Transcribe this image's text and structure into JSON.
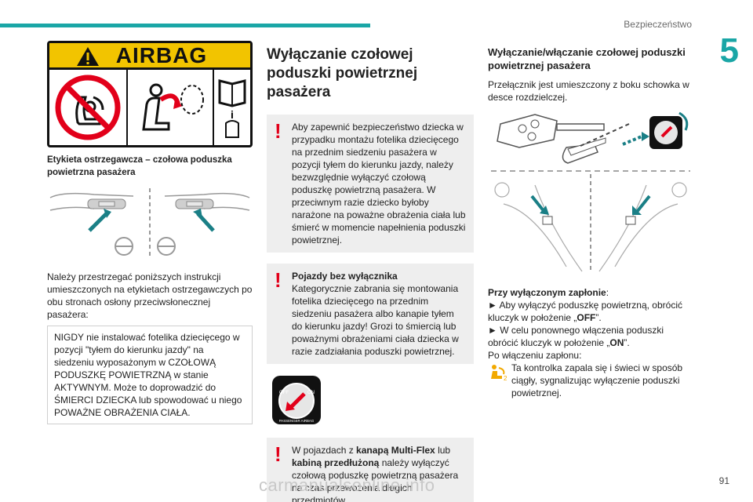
{
  "header": {
    "section_title": "Bezpieczeństwo",
    "chapter_number": "5",
    "page_number": "91",
    "watermark": "carmanualsonline.info"
  },
  "col1": {
    "airbag_label_text": "AIRBAG",
    "caption": "Etykieta ostrzegawcza – czołowa poduszka powietrzna pasażera",
    "paragraph": "Należy przestrzegać poniższych instrukcji umieszczonych na etykietach ostrzegawczych po obu stronach osłony przeciwsłonecznej pasażera:",
    "warning_box": "NIGDY nie instalować fotelika dziecięcego w pozycji \"tyłem do kierunku jazdy\" na siedzeniu wyposażonym w CZOŁOWĄ PODUSZKĘ POWIETRZNĄ w stanie AKTYWNYM. Może to doprowadzić do ŚMIERCI DZIECKA lub spowodować u niego POWAŻNE OBRAŻENIA CIAŁA."
  },
  "col2": {
    "heading": "Wyłączanie czołowej poduszki powietrznej pasażera",
    "note1": "Aby zapewnić bezpieczeństwo dziecka w przypadku montażu fotelika dziecięcego na przednim siedzeniu pasażera w pozycji tyłem do kierunku jazdy, należy bezwzględnie wyłączyć czołową poduszkę powietrzną pasażera. W przeciwnym razie dziecko byłoby narażone na poważne obrażenia ciała lub śmierć w momencie napełnienia poduszki powietrznej.",
    "note2_title": "Pojazdy bez wyłącznika",
    "note2_body": "Kategorycznie zabrania się montowania fotelika dziecięcego na przednim siedzeniu pasażera albo kanapie tyłem do kierunku jazdy! Grozi to śmiercią lub poważnymi obrażeniami ciała dziecka w razie zadziałania poduszki powietrznej.",
    "switch_off": "OFF",
    "switch_on": "ON",
    "switch_caption": "PASSENGER AIRBAG",
    "note3_pre": "W pojazdach z ",
    "note3_b1": "kanapą Multi-Flex",
    "note3_mid": " lub ",
    "note3_b2": "kabiną przedłużoną",
    "note3_post": " należy wyłączyć czołową poduszkę powietrzną pasażera na czas przewożenia długich przedmiotów."
  },
  "col3": {
    "heading": "Wyłączanie/włączanie czołowej poduszki powietrznej pasażera",
    "intro": "Przełącznik jest umieszczony z boku schowka w desce rozdzielczej.",
    "ignition_off": "Przy wyłączonym zapłonie",
    "step1_pre": "► Aby wyłączyć poduszkę powietrzną, obrócić kluczyk w położenie „",
    "step1_b": "OFF",
    "step1_post": "”.",
    "step2_pre": "► W celu ponownego włączenia poduszki obrócić kluczyk w położenie „",
    "step2_b": "ON",
    "step2_post": "”.",
    "after_on": "Po włączeniu zapłonu:",
    "lamp_text": "Ta kontrolka zapala się i świeci w sposób ciągły, sygnalizując wyłączenie poduszki powietrznej."
  },
  "colors": {
    "accent": "#1aa6a6",
    "warning_red": "#e2001a",
    "airbag_yellow": "#f2c400",
    "note_bg": "#eeeeee"
  }
}
